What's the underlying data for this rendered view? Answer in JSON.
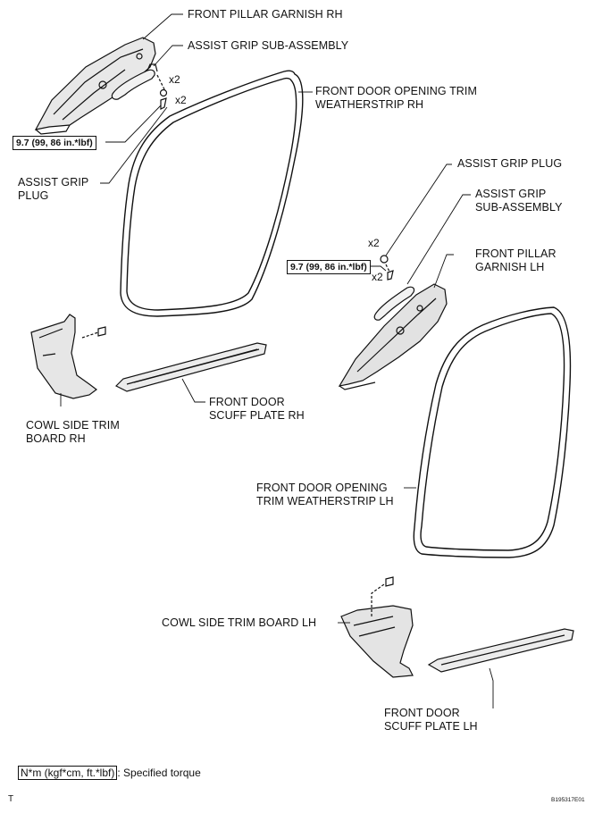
{
  "labels": {
    "front_pillar_garnish_rh": [
      "FRONT PILLAR GARNISH RH"
    ],
    "assist_grip_sub_assembly_rh": [
      "ASSIST GRIP SUB-ASSEMBLY"
    ],
    "front_door_opening_trim_weatherstrip_rh": [
      "FRONT DOOR OPENING TRIM",
      "WEATHERSTRIP RH"
    ],
    "assist_grip_plug_rh": [
      "ASSIST GRIP",
      "PLUG"
    ],
    "assist_grip_plug_lh": [
      "ASSIST GRIP PLUG"
    ],
    "assist_grip_sub_assembly_lh": [
      "ASSIST GRIP",
      "SUB-ASSEMBLY"
    ],
    "front_pillar_garnish_lh": [
      "FRONT PILLAR",
      "GARNISH LH"
    ],
    "cowl_side_trim_board_rh": [
      "COWL SIDE TRIM",
      "BOARD RH"
    ],
    "front_door_scuff_plate_rh": [
      "FRONT DOOR",
      "SCUFF PLATE RH"
    ],
    "front_door_opening_trim_weatherstrip_lh": [
      "FRONT DOOR OPENING",
      "TRIM WEATHERSTRIP LH"
    ],
    "cowl_side_trim_board_lh": [
      "COWL SIDE TRIM BOARD LH"
    ],
    "front_door_scuff_plate_lh": [
      "FRONT DOOR",
      "SCUFF PLATE LH"
    ]
  },
  "quantities": {
    "rh_grip_qty": "x2",
    "rh_plug_qty": "x2",
    "lh_plug_qty": "x2",
    "lh_grip_qty": "x2"
  },
  "torque": {
    "rh": "9.7 (99, 86 in.*lbf)",
    "lh": "9.7 (99, 86 in.*lbf)"
  },
  "legend": {
    "unit_box": "N*m (kgf*cm, ft.*lbf)",
    "description": ": Specified torque"
  },
  "footer": {
    "corner_letter": "T",
    "figure_id": "B195317E01"
  }
}
